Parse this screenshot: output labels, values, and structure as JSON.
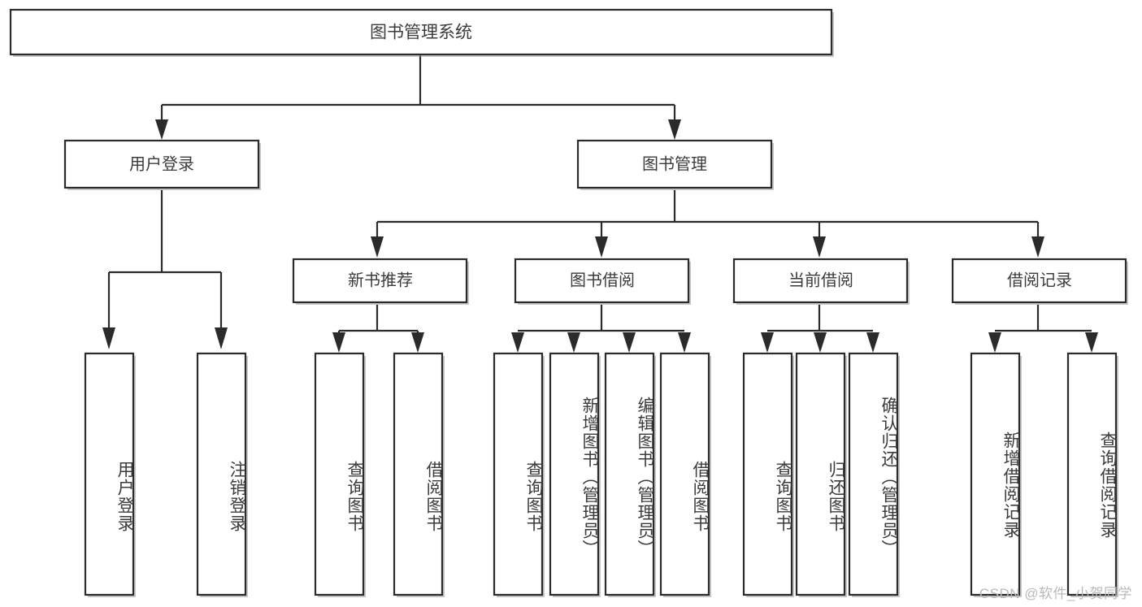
{
  "diagram": {
    "title_node": {
      "label": "图书管理系统"
    },
    "level2": [
      {
        "id": "user-login",
        "label": "用户登录"
      },
      {
        "id": "book-management",
        "label": "图书管理"
      }
    ],
    "level3": [
      {
        "id": "new-book-recommend",
        "label": "新书推荐"
      },
      {
        "id": "book-borrow",
        "label": "图书借阅"
      },
      {
        "id": "current-borrow",
        "label": "当前借阅"
      },
      {
        "id": "borrow-record",
        "label": "借阅记录"
      }
    ],
    "leaves": {
      "user_login": [
        {
          "id": "leaf-user-login",
          "label": "用户登录"
        },
        {
          "id": "leaf-logout-login",
          "label": "注销登录"
        }
      ],
      "new_book_recommend": [
        {
          "id": "leaf-query-book-1",
          "label": "查询图书"
        },
        {
          "id": "leaf-borrow-book-1",
          "label": "借阅图书"
        }
      ],
      "book_borrow": [
        {
          "id": "leaf-query-book-2",
          "label": "查询图书"
        },
        {
          "id": "leaf-add-book",
          "label": "新增图书（管理员）"
        },
        {
          "id": "leaf-edit-book",
          "label": "编辑图书（管理员）"
        },
        {
          "id": "leaf-borrow-book-2",
          "label": "借阅图书"
        }
      ],
      "current_borrow": [
        {
          "id": "leaf-query-book-3",
          "label": "查询图书"
        },
        {
          "id": "leaf-return-book",
          "label": "归还图书"
        },
        {
          "id": "leaf-confirm-return",
          "label": "确认归还（管理员）"
        }
      ],
      "borrow_record": [
        {
          "id": "leaf-add-record",
          "label": "新增借阅记录"
        },
        {
          "id": "leaf-query-record",
          "label": "查询借阅记录"
        }
      ]
    },
    "watermark": "CSDN @软件_小贺同学",
    "colors": {
      "stroke": "#2b2b2b",
      "fill": "#ffffff",
      "text": "#3b3b3b",
      "watermark": "#b9b9b9",
      "shadow": "#9a9a9a"
    }
  }
}
